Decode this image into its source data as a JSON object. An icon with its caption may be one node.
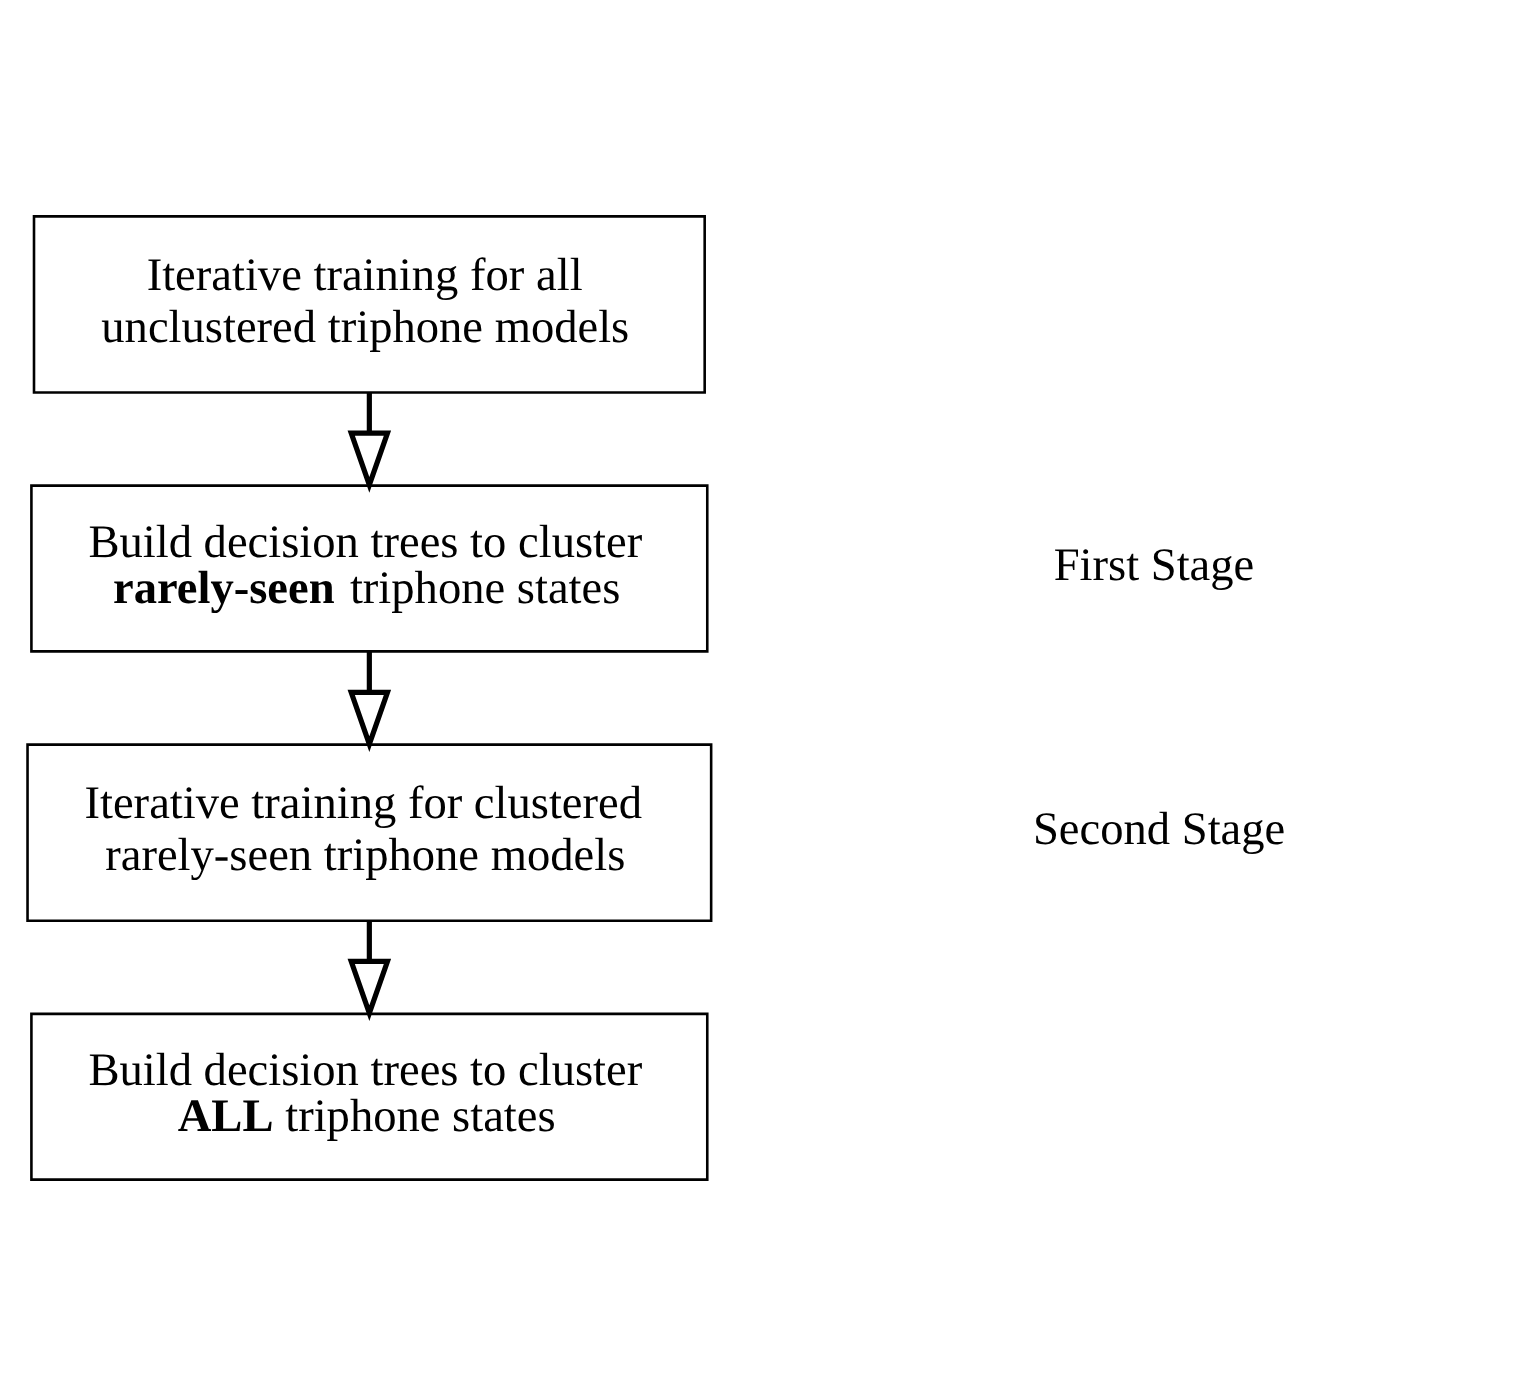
{
  "diagram": {
    "nodes": [
      {
        "text": [
          "Iterative training for all unclustered triphone models"
        ]
      },
      {
        "text": [
          "Build decision trees to cluster **rarely-seen** triphone states"
        ]
      },
      {
        "text": [
          "Iterative training for clustered rarely-seen triphone models"
        ]
      },
      {
        "text": [
          "Build decision trees to cluster **ALL** triphone states"
        ]
      }
    ],
    "edges": [
      {
        "from": 0,
        "to": 1,
        "arrow": "to"
      },
      {
        "from": 1,
        "to": 2,
        "arrow": "to"
      },
      {
        "from": 2,
        "to": 3,
        "arrow": "to"
      }
    ],
    "labels": [
      "First Stage",
      "Second Stage"
    ]
  }
}
